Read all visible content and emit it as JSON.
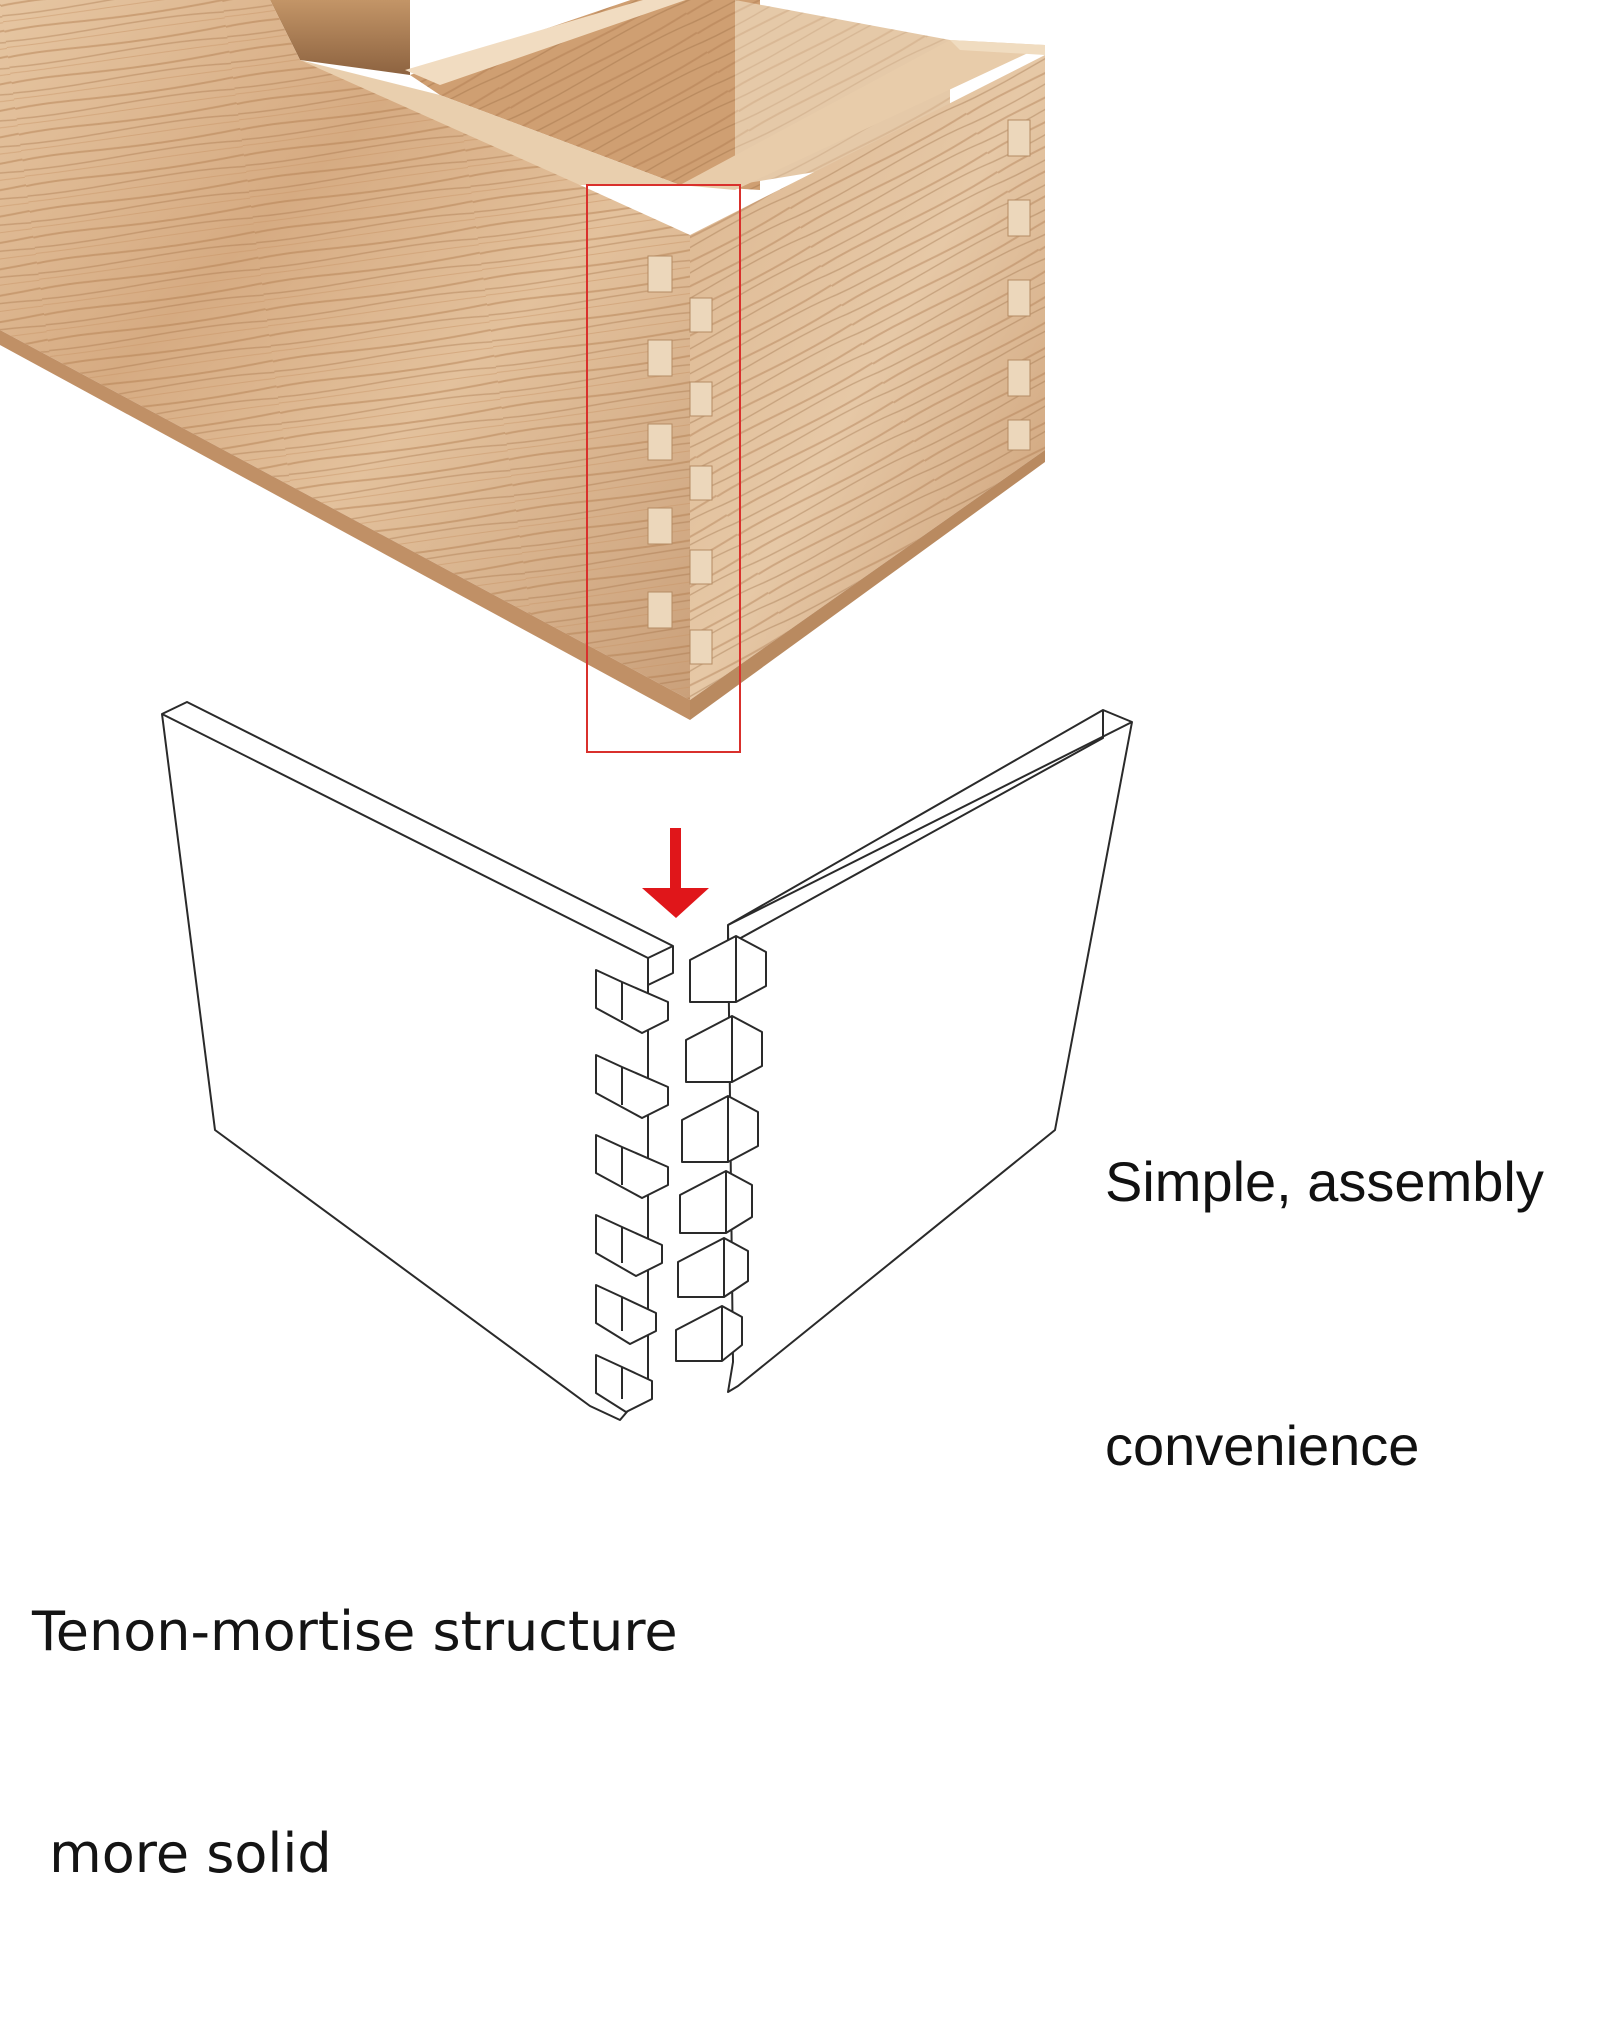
{
  "captions": {
    "right_line1": "Simple, assembly",
    "right_line2": "convenience",
    "bottom_line1": "Tenon-mortise structure",
    "bottom_line2": " more solid"
  },
  "colors": {
    "background": "#ffffff",
    "wood_light": "#e2c29e",
    "wood_mid": "#cfa27a",
    "wood_dark": "#a8744a",
    "highlight_box": "#d9302c",
    "arrow": "#e0161a",
    "line_drawing": "#2a2a2a"
  },
  "icons": {
    "pointer": "down-arrow-icon"
  }
}
